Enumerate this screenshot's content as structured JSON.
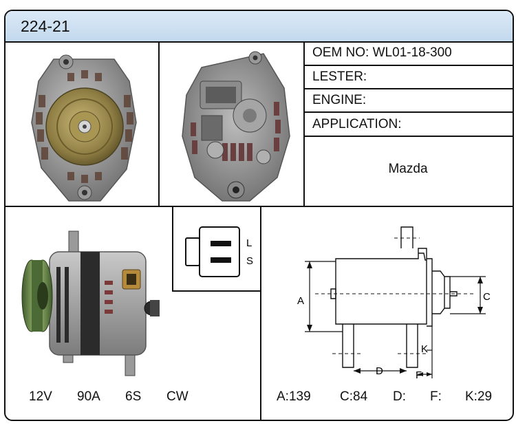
{
  "header": {
    "part_number": "224-21"
  },
  "specs": {
    "oem_label": "OEM NO:",
    "oem_value": "WL01-18-300",
    "lester_label": "LESTER:",
    "lester_value": "",
    "engine_label": "ENGINE:",
    "engine_value": "",
    "application_label": "APPLICATION:",
    "application_value": "Mazda"
  },
  "connector": {
    "terminal_top": "L",
    "terminal_bottom": "S"
  },
  "electrical": {
    "voltage": "12V",
    "amperage": "90A",
    "pulley": "6S",
    "rotation": "CW"
  },
  "dimension_labels": {
    "a": "A",
    "c": "C",
    "d": "D",
    "f": "F",
    "k": "K"
  },
  "dimensions": {
    "a": "A:139",
    "c": "C:84",
    "d": "D:",
    "f": "F:",
    "k": "K:29"
  }
}
